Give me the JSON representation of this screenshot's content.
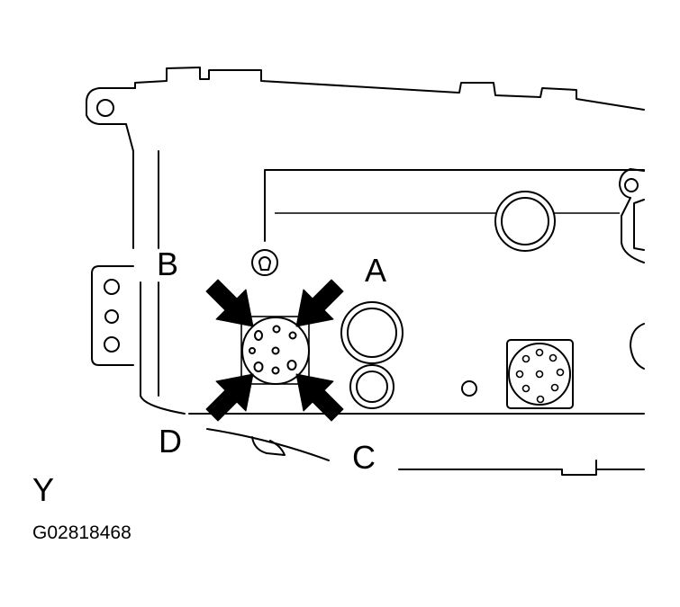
{
  "callouts": {
    "a": "A",
    "b": "B",
    "c": "C",
    "d": "D"
  },
  "view_label": "Y",
  "figure_code": "G02818468",
  "colors": {
    "line": "#000000",
    "background": "#ffffff"
  }
}
